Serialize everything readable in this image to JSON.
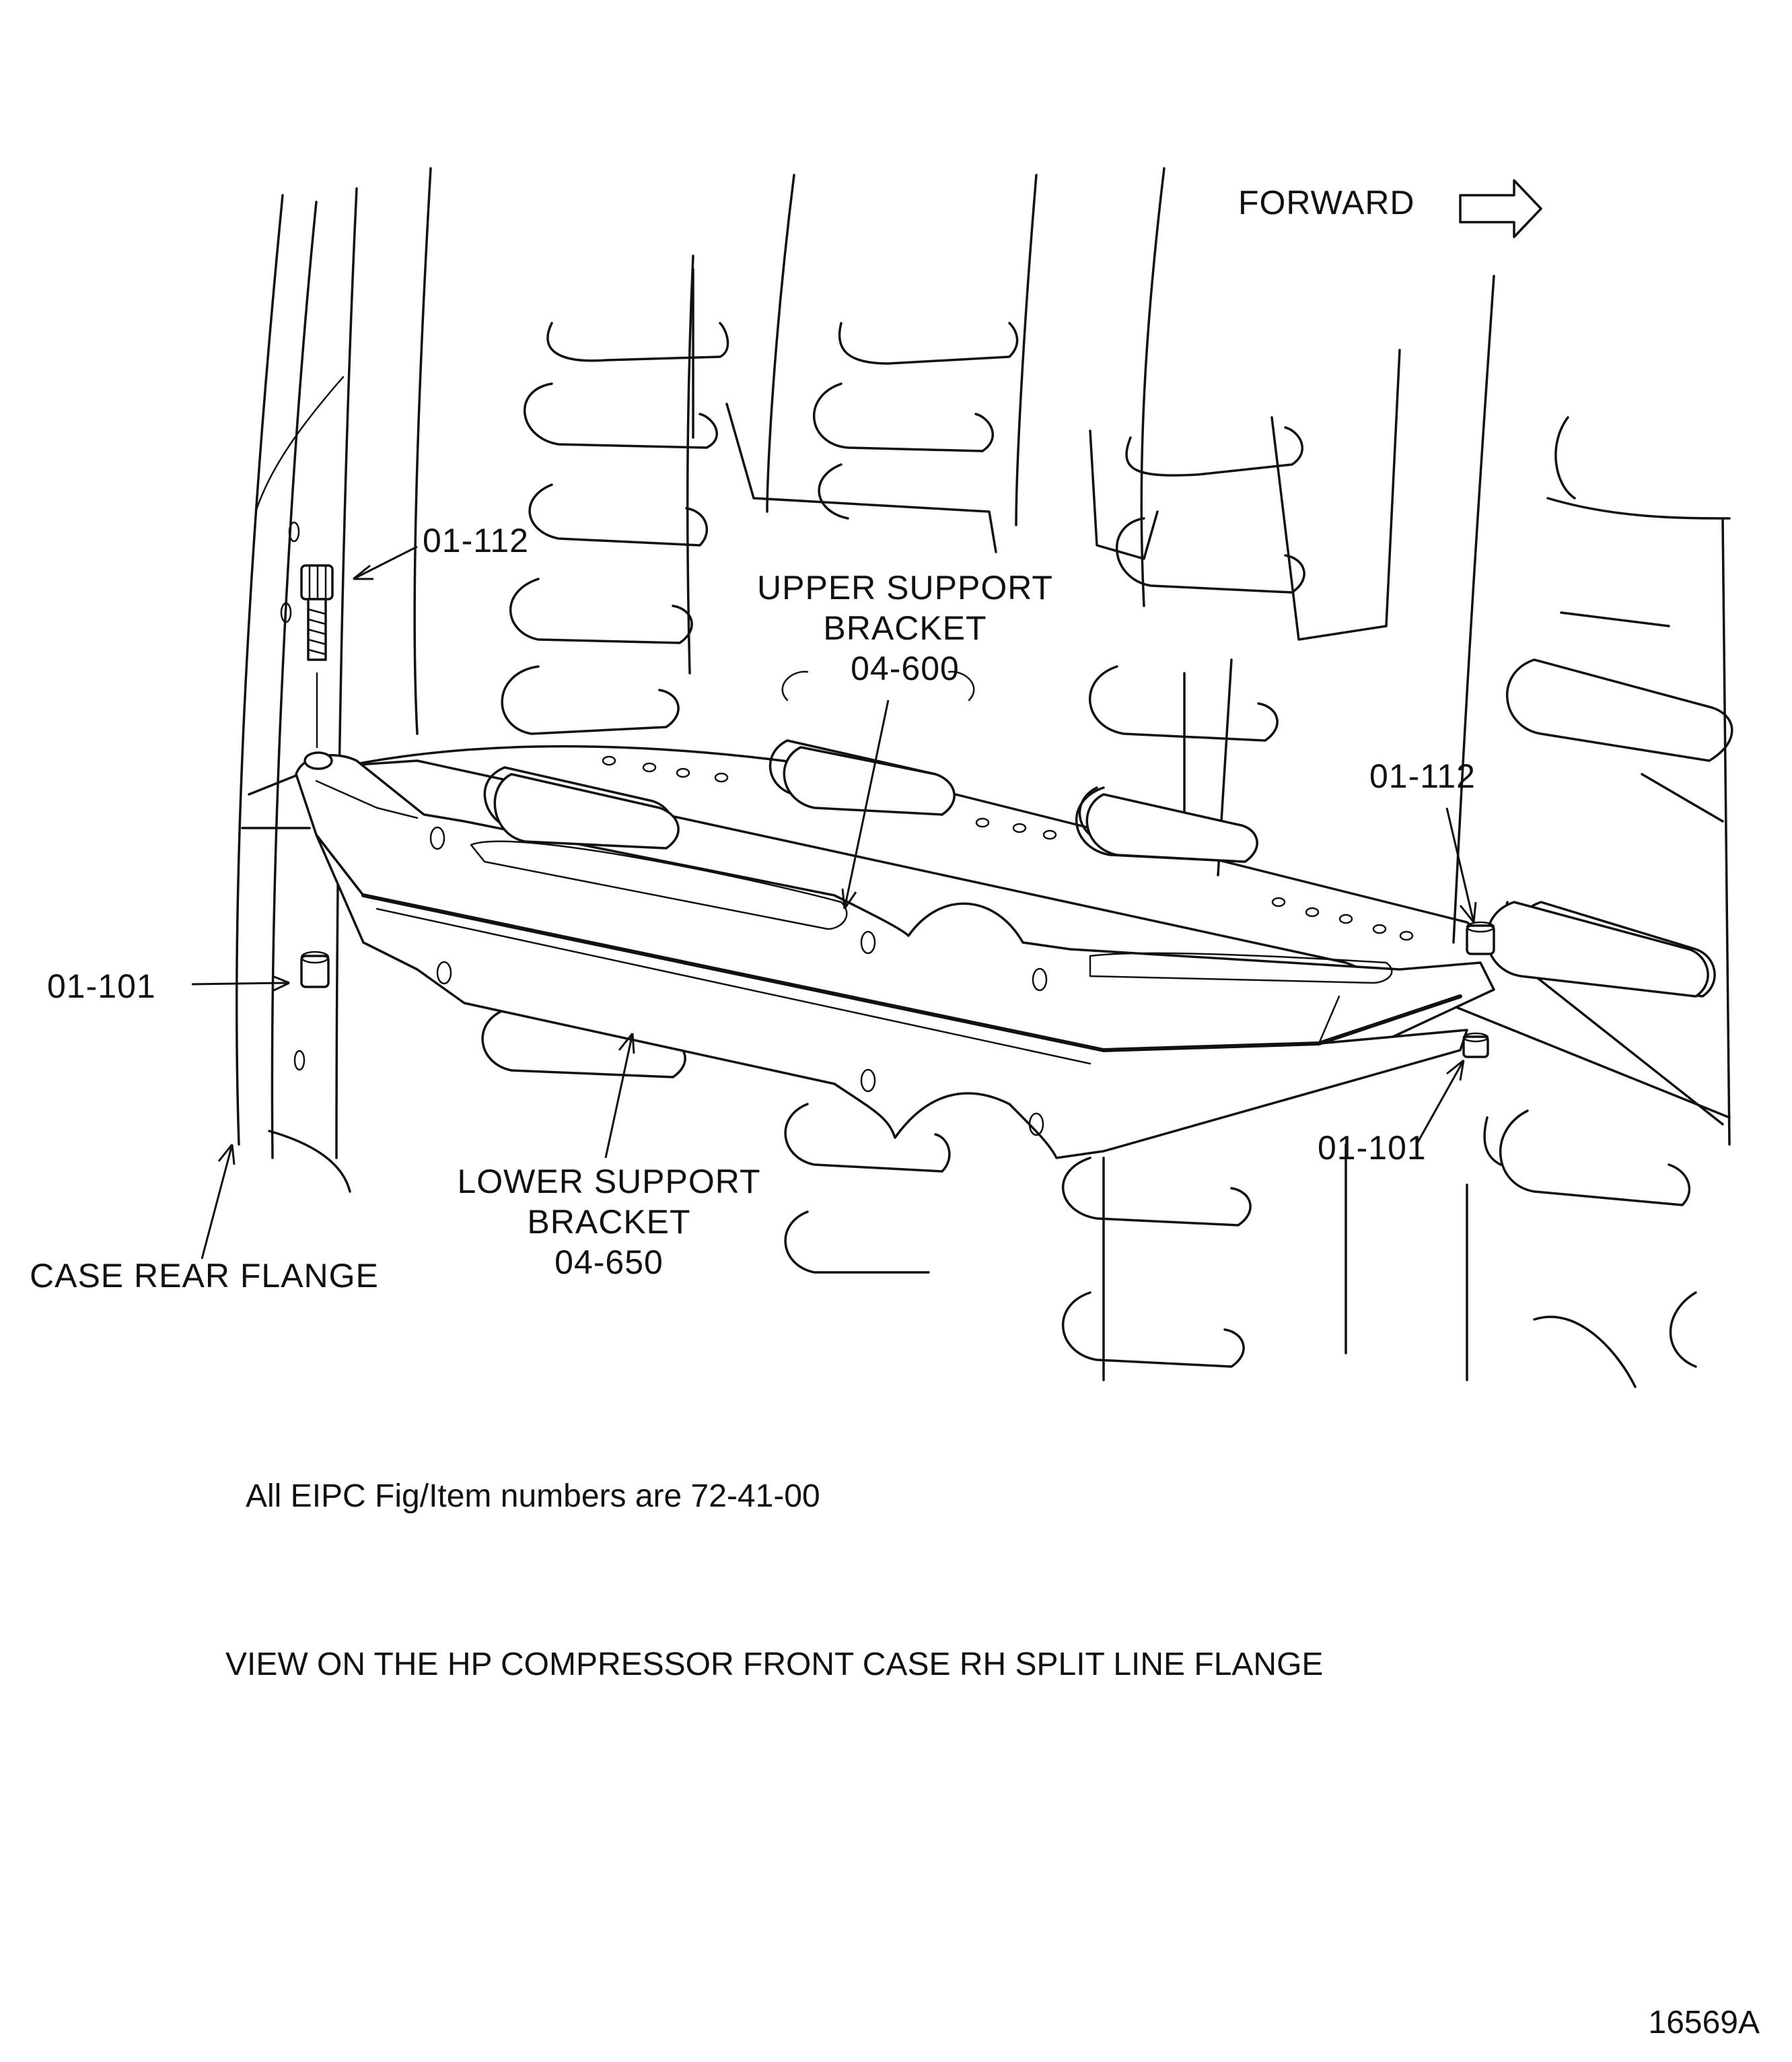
{
  "labels": {
    "forward": "FORWARD",
    "upper_bolt": "01-112",
    "right_bolt": "01-112",
    "left_nut": "01-101",
    "right_nut": "01-101",
    "upper_bracket": [
      "UPPER SUPPORT",
      "BRACKET",
      "04-600"
    ],
    "lower_bracket": [
      "LOWER SUPPORT",
      "BRACKET",
      "04-650"
    ],
    "case_flange": "CASE REAR FLANGE"
  },
  "note": "All EIPC Fig/Item numbers are 72-41-00",
  "caption": "VIEW ON THE HP COMPRESSOR FRONT CASE RH SPLIT LINE FLANGE",
  "figure_number": "16569A"
}
